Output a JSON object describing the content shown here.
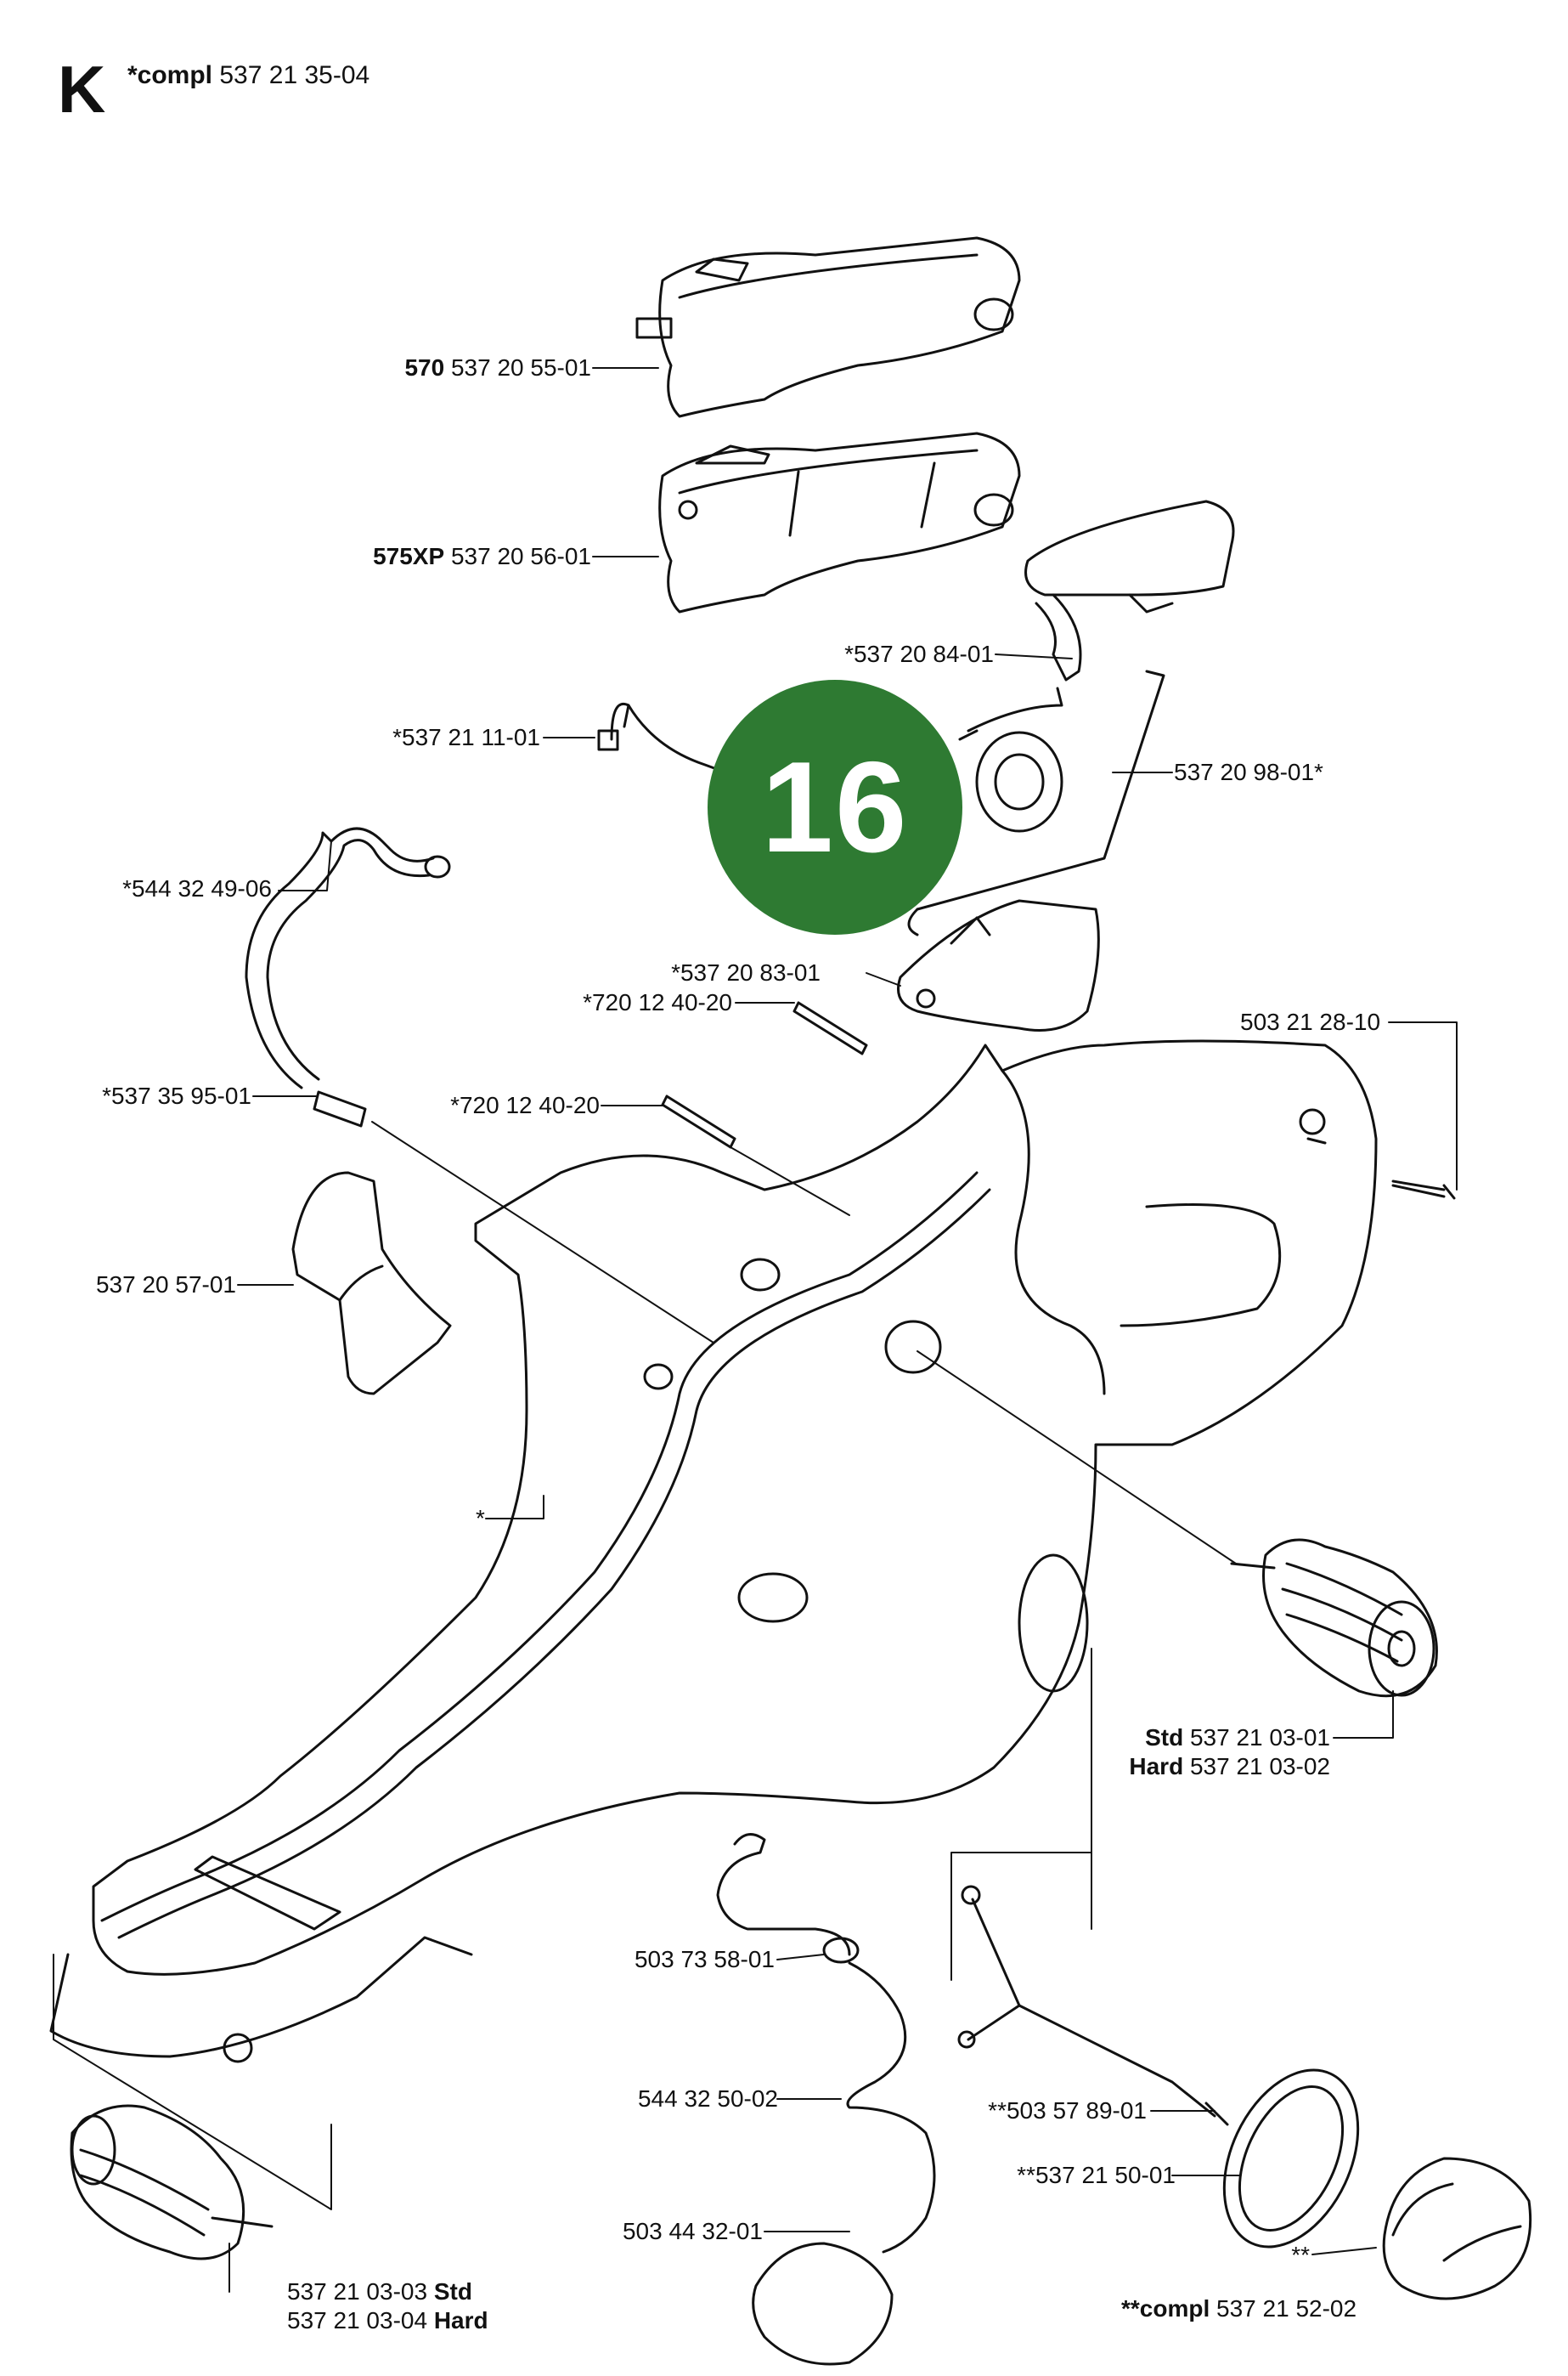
{
  "section_letter": "K",
  "header": {
    "prefix": "*compl",
    "part": "537 21 35-04"
  },
  "badge": "16",
  "colors": {
    "badge": "#2e7a32",
    "line": "#111111"
  },
  "labels": {
    "cover570": {
      "variant": "570",
      "part": "537 20 55-01"
    },
    "cover575": {
      "variant": "575XP",
      "part": "537 20 56-01"
    },
    "trigger": {
      "part": "*537 20 84-01"
    },
    "wire": {
      "part": "*537 21 11-01"
    },
    "rod": {
      "part": "537 20 98-01*"
    },
    "hose_top": {
      "part": "*544 32 49-06"
    },
    "latch": {
      "part": "*537 20 83-01"
    },
    "pin1": {
      "part": "*720 12 40-20"
    },
    "screw": {
      "part": "503 21 28-10"
    },
    "nipple": {
      "part": "*537 35 95-01"
    },
    "pin2": {
      "part": "*720 12 40-20"
    },
    "guard": {
      "part": "537 20 57-01"
    },
    "tank": {
      "part": "*"
    },
    "av_right": {
      "std_word": "Std",
      "std_part": "537 21 03-01",
      "hard_word": "Hard",
      "hard_part": "537 21 03-02"
    },
    "fuel_hose": {
      "part": "503 73 58-01"
    },
    "fuel_pipe": {
      "part": "544 32 50-02"
    },
    "filter": {
      "part": "503 44 32-01"
    },
    "cable": {
      "part": "**503 57 89-01"
    },
    "seal": {
      "part": "**537 21 50-01"
    },
    "cap_mark": {
      "part": "**"
    },
    "cap": {
      "prefix": "**compl",
      "part": "537 21 52-02"
    },
    "av_left": {
      "std_part": "537 21 03-03",
      "std_word": "Std",
      "hard_part": "537 21 03-04",
      "hard_word": "Hard"
    }
  }
}
